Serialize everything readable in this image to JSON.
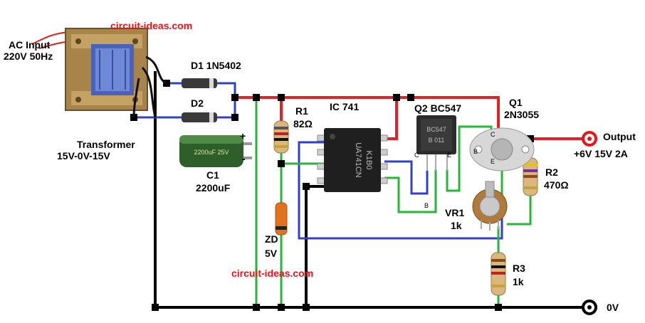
{
  "watermarks": {
    "top": "circuit-ideas.com",
    "bottom": "circuit-ideas.com"
  },
  "labels": {
    "ac_input": "AC Input",
    "ac_rating": "220V 50Hz",
    "transformer": "Transformer",
    "transformer_rating": "15V-0V-15V",
    "d1": "D1  1N5402",
    "d2": "D2",
    "c1_plus": "+",
    "c1_minus": "-",
    "c1": "C1",
    "c1_value": "2200uF",
    "r1": "R1",
    "r1_value": "82Ω",
    "ic": "IC 741",
    "zd": "ZD",
    "zd_value": "5V",
    "q2": "Q2 BC547",
    "q2_pin_c": "C",
    "q2_pin_e": "E",
    "q2_pin_b": "B",
    "q1": "Q1",
    "q1_part": "2N3055",
    "q1_pin_c": "C",
    "q1_pin_b": "B",
    "q1_pin_e": "E",
    "output": "Output",
    "output_rating": "+6V 15V 2A",
    "r2": "R2",
    "r2_value": "470Ω",
    "vr1": "VR1",
    "vr1_value": "1k",
    "r3": "R3",
    "r3_value": "1k",
    "ground": "0V"
  },
  "chip_markings": {
    "ic_line1": "UA741CN",
    "ic_line2": "K1B0",
    "q2_line1": "BC547",
    "q2_line2": "B 011",
    "c1_marking": "2200uF 25V"
  },
  "colors": {
    "positive_wire": "#e32227",
    "ground_wire": "#000000",
    "blue_wire": "#3140c8",
    "green_wire": "#27b53a",
    "junction": "#000000",
    "terminal": "#e8141a"
  }
}
